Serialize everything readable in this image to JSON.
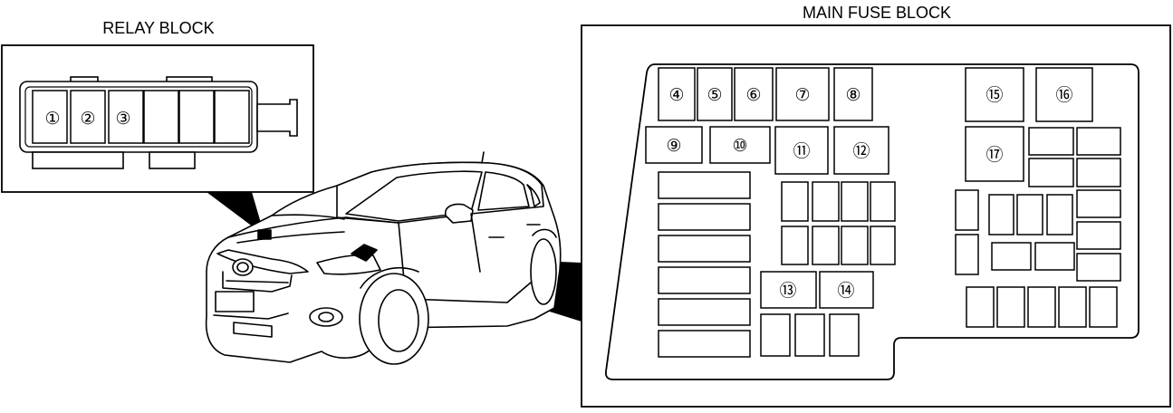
{
  "relay_block": {
    "title": "RELAY BLOCK",
    "slots": [
      "①",
      "②",
      "③",
      "",
      "",
      ""
    ]
  },
  "main_fuse_block": {
    "title": "MAIN FUSE BLOCK",
    "fuses": {
      "f4": "④",
      "f5": "⑤",
      "f6": "⑥",
      "f7": "⑦",
      "f8": "⑧",
      "f9": "⑨",
      "f10": "⑩",
      "f11": "⑪",
      "f12": "⑫",
      "f13": "⑬",
      "f14": "⑭",
      "f15": "⑮",
      "f16": "⑯",
      "f17": "⑰"
    }
  }
}
